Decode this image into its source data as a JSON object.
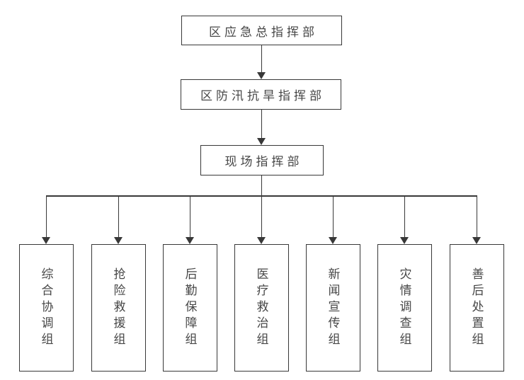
{
  "nodes": {
    "root": {
      "label": "区应急总指挥部"
    },
    "level2": {
      "label": "区防汛抗旱指挥部"
    },
    "onsite": {
      "label": "现场指挥部"
    }
  },
  "groups": [
    {
      "label": "综合协调组"
    },
    {
      "label": "抢险救援组"
    },
    {
      "label": "后勤保障组"
    },
    {
      "label": "医疗救治组"
    },
    {
      "label": "新闻宣传组"
    },
    {
      "label": "灾情调查组"
    },
    {
      "label": "善后处置组"
    }
  ],
  "colors": {
    "line": "#383838",
    "text": "#474747",
    "background": "#ffffff"
  }
}
